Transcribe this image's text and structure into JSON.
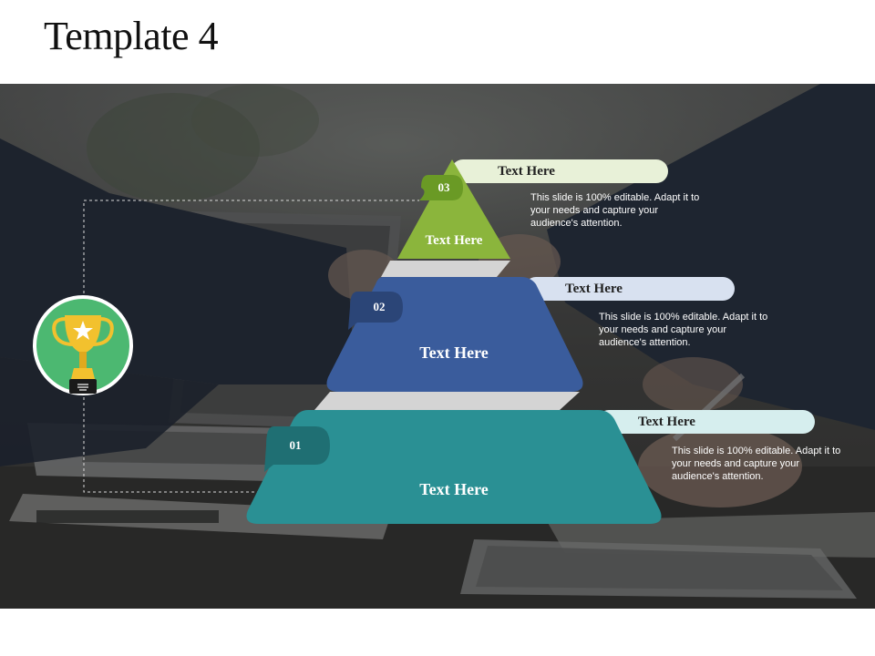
{
  "title": "Template 4",
  "colors": {
    "level_01": "#2a9094",
    "level_02": "#3a5c9c",
    "level_03": "#8bb53c",
    "badge_01": "#1f6f73",
    "badge_02": "#2b4577",
    "badge_03": "#6a9a25",
    "icon_circle": "#4cb871"
  },
  "levels": [
    {
      "number": "01",
      "label": "Text Here",
      "tab_label": "Text Here",
      "description": "This slide is 100% editable. Adapt it to your needs and capture your audience's attention."
    },
    {
      "number": "02",
      "label": "Text Here",
      "tab_label": "Text Here",
      "description": "This slide is 100% editable. Adapt it to your needs and capture your audience's attention."
    },
    {
      "number": "03",
      "label": "Text Here",
      "tab_label": "Text Here",
      "description": "This slide is 100% editable. Adapt it to your needs and capture your audience's attention."
    }
  ],
  "icon": "trophy-icon"
}
